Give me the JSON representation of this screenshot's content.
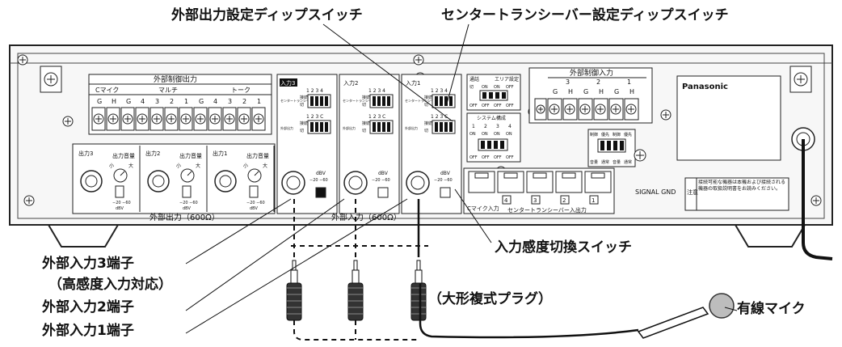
{
  "callouts": {
    "ext_out_dip": "外部出力設定ディップスイッチ",
    "center_dip": "センタートランシーバー設定ディップスイッチ",
    "sens_switch": "入力感度切換スイッチ",
    "in3_terminal": "外部入力3端子",
    "in3_note": "（高感度入力対応）",
    "in2_terminal": "外部入力2端子",
    "in1_terminal": "外部入力1端子",
    "plug": "（大形複式プラグ）",
    "mic": "有線マイク"
  },
  "panel": {
    "brand": "Panasonic",
    "ext_ctrl_out": {
      "title": "外部制御出力",
      "groups": [
        "Cマイク",
        "マルチ",
        "トーク"
      ],
      "terminals": [
        "G",
        "H",
        "G",
        "4",
        "3",
        "2",
        "1",
        "G",
        "4",
        "3",
        "2",
        "1"
      ]
    },
    "ext_ctrl_in": {
      "title": "外部制御入力",
      "groups": [
        "3",
        "2",
        "1"
      ],
      "terminals": [
        "G",
        "H",
        "G",
        "H",
        "G",
        "H"
      ],
      "switch_labels": [
        "制御",
        "優先",
        "制御",
        "優先"
      ],
      "switch_bottom": [
        "音量",
        "通常",
        "音量",
        "通常"
      ]
    },
    "outputs": [
      {
        "label": "出力3",
        "vol": "出力音量"
      },
      {
        "label": "出力2",
        "vol": "出力音量"
      },
      {
        "label": "出力1",
        "vol": "出力音量"
      }
    ],
    "vol_small": "小",
    "vol_large": "大",
    "out_dbv": "dBV",
    "out_levels": "−20 −60",
    "out_footer": "外部出力（600Ω）",
    "inputs": [
      {
        "label": "入力3"
      },
      {
        "label": "入力2"
      },
      {
        "label": "入力1"
      }
    ],
    "in_footer": "外部入力（600Ω）",
    "dip_numbers": "1 2 3 4",
    "dip_numbers_c": "1 2 3 C",
    "dip_center_label": "センタートランシーバー",
    "dip_ext_label": "外部出力",
    "dip_connect": "接続",
    "dip_off": "切",
    "in_dbv": "dBV",
    "in_levels": "−20 −60",
    "center_dip": {
      "row1": [
        "通話",
        "エリア設定"
      ],
      "row2": [
        "切",
        "ON",
        "ON",
        "OFF"
      ],
      "row3": [
        "OFF",
        "OFF",
        "OFF",
        "OFF"
      ],
      "sys_title": "システム構成",
      "sys_nums": [
        "1",
        "2",
        "3",
        "4"
      ],
      "sys_on": [
        "ON",
        "ON",
        "ON",
        "ON"
      ],
      "sys_off": [
        "OFF",
        "OFF",
        "OFF",
        "OFF"
      ]
    },
    "center_io": {
      "cmic": "Cマイク入力",
      "title": "センタートランシーバー入出力",
      "ports": [
        "4",
        "3",
        "2",
        "1"
      ]
    },
    "signal_gnd": "SIGNAL GND",
    "caution_head": "注意",
    "caution_text": "接続可能な機器は本機および接続される機器の取扱説明書をお読みください。"
  },
  "colors": {
    "ink": "#111111",
    "panel": "#f4f4f4",
    "panel_border": "#222222",
    "mic_head": "#bdbdbd"
  }
}
